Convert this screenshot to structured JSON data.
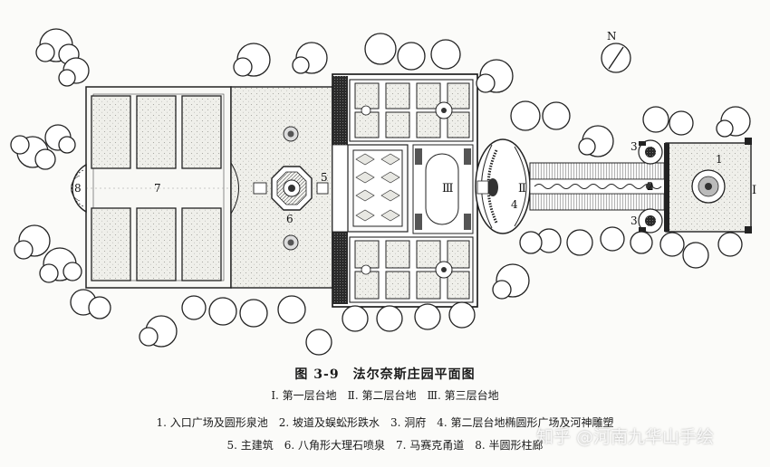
{
  "figure": {
    "title": "图 3-9　法尔奈斯庄园平面图",
    "legend_levels": "Ⅰ. 第一层台地　Ⅱ. 第二层台地　Ⅲ. 第三层台地",
    "legend_line1": "1. 入口广场及圆形泉池　2. 坡道及蜈蚣形跌水　3. 洞府　4. 第二层台地椭圆形广场及河神雕塑",
    "legend_line2": "5. 主建筑　6. 八角形大理石喷泉　7. 马赛克甬道　8. 半圆形柱廊"
  },
  "plan_labels": {
    "level_1": "Ⅰ",
    "level_2": "Ⅱ",
    "level_3": "Ⅲ",
    "n1": "1",
    "n2": "2",
    "n3a": "3",
    "n3b": "3",
    "n4": "4",
    "n5": "5",
    "n6": "6",
    "n7": "7",
    "n8": "8"
  },
  "compass": {
    "label": "N",
    "icon": "north-arrow-icon"
  },
  "watermark": "知乎 @河南九华山手绘",
  "colors": {
    "ink": "#1a1a1a",
    "paper": "#fbfbf9",
    "ground": "#ecece7"
  }
}
